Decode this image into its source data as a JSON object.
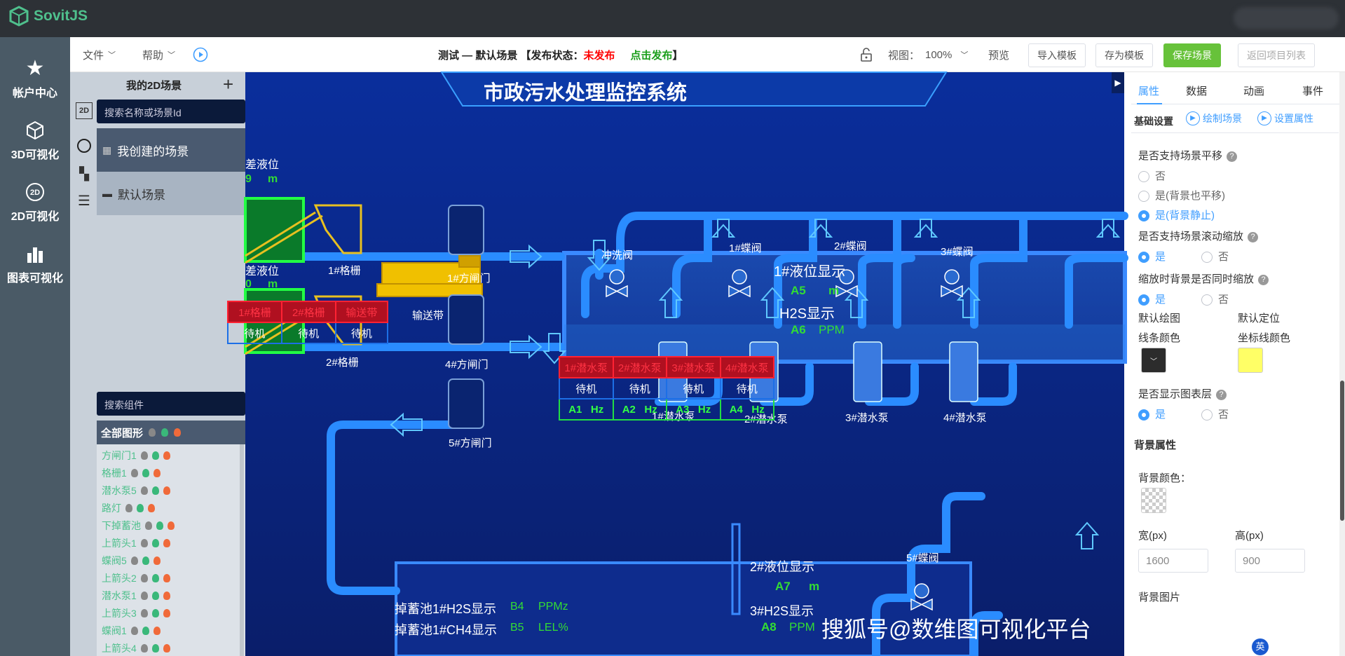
{
  "app": {
    "name": "SovitJS"
  },
  "nav": [
    {
      "label": "帐户中心",
      "icon": "star-icon"
    },
    {
      "label": "3D可视化",
      "icon": "cube-icon"
    },
    {
      "label": "2D可视化",
      "icon": "2d-icon"
    },
    {
      "label": "图表可视化",
      "icon": "bar-chart-icon"
    }
  ],
  "toolbar": {
    "file": "文件",
    "help": "帮助",
    "title": "测试 — 默认场景 【发布状态：",
    "status": "未发布",
    "publish": "点击发布",
    "close_bracket": "】",
    "view_label": "视图：",
    "zoom": "100%",
    "preview": "预览",
    "import_tpl": "导入模板",
    "save_tpl": "存为模板",
    "save_scene": "保存场景",
    "back": "返回项目列表"
  },
  "scenes": {
    "title": "我的2D场景",
    "search_placeholder": "搜索名称或场景Id",
    "mine": "我创建的场景",
    "default": "默认场景",
    "search_comp": "搜索组件",
    "all": "全部图形",
    "components": [
      "方闸门1",
      "格栅1",
      "潜水泵5",
      "路灯",
      "下掉蓄池",
      "上箭头1",
      "蝶阀5",
      "上箭头2",
      "潜水泵1",
      "上箭头3",
      "蝶阀1",
      "上箭头4"
    ]
  },
  "canvas": {
    "title": "市政污水处理监控系统",
    "level1": "差液位",
    "level1_val": "9",
    "unit_m": "m",
    "level2": "差液位",
    "level2_val": "0",
    "grille1": "1#格栅",
    "grille2": "2#格栅",
    "conveyor": "输送带",
    "gate1": "1#方闸门",
    "gate4": "4#方闸门",
    "gate5": "5#方闸门",
    "flush": "冲洗阀",
    "bv1": "1#蝶阀",
    "bv2": "2#蝶阀",
    "bv3": "3#蝶阀",
    "bv5": "5#蝶阀",
    "ld1": "1#液位显示",
    "a5": "A5",
    "h2s": "H2S显示",
    "a6": "A6",
    "ppm": "PPM",
    "pump1": "1#潜水泵",
    "pump2": "2#潜水泵",
    "pump3": "3#潜水泵",
    "pump4": "4#潜水泵",
    "t1_head": [
      "1#格栅",
      "2#格栅",
      "输送带"
    ],
    "t1_row": [
      "待机",
      "待机",
      "待机"
    ],
    "t2_head": [
      "1#潜水泵",
      "2#潜水泵",
      "3#潜水泵",
      "4#潜水泵"
    ],
    "t2_row": [
      "待机",
      "待机",
      "待机",
      "待机"
    ],
    "t2_a": [
      "A1",
      "A2",
      "A3",
      "A4"
    ],
    "hz": "Hz",
    "ld2": "2#液位显示",
    "a7": "A7",
    "h2s3": "3#H2S显示",
    "a8": "A8",
    "pool_h2s": "掉蓄池1#H2S显示",
    "b4": "B4",
    "ppmz": "PPMz",
    "pool_ch4": "掉蓄池1#CH4显示",
    "b5": "B5",
    "lel": "LEL%",
    "watermark": "搜狐号@数维图可视化平台",
    "ime": "英"
  },
  "props": {
    "tabs": [
      "属性",
      "数据",
      "动画",
      "事件"
    ],
    "basic": "基础设置",
    "draw": "绘制场景",
    "setprop": "设置属性",
    "q_pan": "是否支持场景平移",
    "no": "否",
    "yes_bg": "是(背景也平移)",
    "yes_static": "是(背景静止)",
    "q_zoom": "是否支持场景滚动缩放",
    "yes": "是",
    "q_bgzoom": "缩放时背景是否同时缩放",
    "def_draw": "默认绘图",
    "def_pos": "默认定位",
    "line_color": "线条颜色",
    "axis_color": "坐标线颜色",
    "q_chart": "是否显示图表层",
    "bg_attr": "背景属性",
    "bg_color": "背景颜色：",
    "width": "宽(px)",
    "height": "高(px)",
    "width_val": "1600",
    "height_val": "900",
    "bg_img": "背景图片"
  },
  "colors": {
    "accent": "#409eff",
    "green": "#67c23a",
    "red": "#ff0000",
    "line": "#2c2c2c",
    "axis": "#ffff66"
  }
}
